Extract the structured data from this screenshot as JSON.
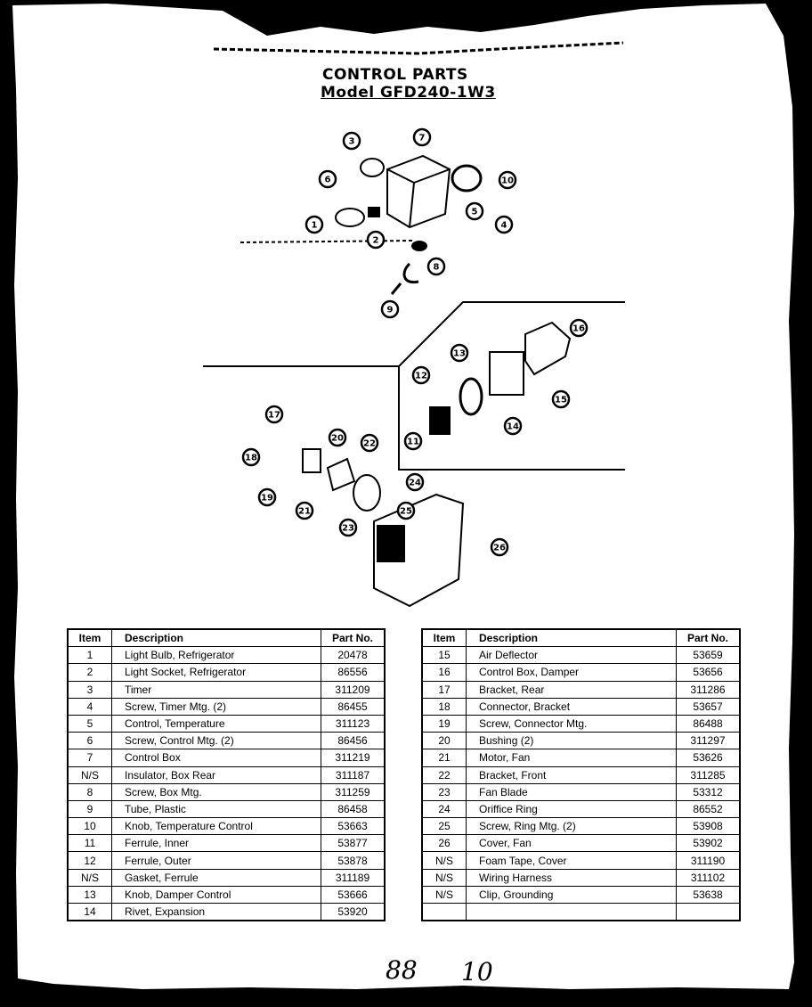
{
  "title": "CONTROL PARTS",
  "model": "Model GFD240-1W3",
  "callouts": [
    "1",
    "2",
    "3",
    "4",
    "5",
    "6",
    "7",
    "8",
    "9",
    "10",
    "11",
    "12",
    "13",
    "14",
    "15",
    "16",
    "17",
    "18",
    "19",
    "20",
    "21",
    "22",
    "23",
    "24",
    "25",
    "26"
  ],
  "headers": {
    "item": "Item",
    "description": "Description",
    "part": "Part No."
  },
  "left_rows": [
    {
      "item": "1",
      "desc": "Light Bulb, Refrigerator",
      "part": "20478"
    },
    {
      "item": "2",
      "desc": "Light Socket, Refrigerator",
      "part": "86556"
    },
    {
      "item": "3",
      "desc": "Timer",
      "part": "311209"
    },
    {
      "item": "4",
      "desc": "Screw, Timer Mtg. (2)",
      "part": "86455"
    },
    {
      "item": "5",
      "desc": "Control, Temperature",
      "part": "311123"
    },
    {
      "item": "6",
      "desc": "Screw, Control Mtg. (2)",
      "part": "86456"
    },
    {
      "item": "7",
      "desc": "Control Box",
      "part": "311219"
    },
    {
      "item": "N/S",
      "desc": "Insulator, Box Rear",
      "part": "311187"
    },
    {
      "item": "8",
      "desc": "Screw, Box Mtg.",
      "part": "311259"
    },
    {
      "item": "9",
      "desc": "Tube, Plastic",
      "part": "86458"
    },
    {
      "item": "10",
      "desc": "Knob, Temperature Control",
      "part": "53663"
    },
    {
      "item": "11",
      "desc": "Ferrule, Inner",
      "part": "53877"
    },
    {
      "item": "12",
      "desc": "Ferrule, Outer",
      "part": "53878"
    },
    {
      "item": "N/S",
      "desc": "Gasket, Ferrule",
      "part": "311189"
    },
    {
      "item": "13",
      "desc": "Knob, Damper Control",
      "part": "53666"
    },
    {
      "item": "14",
      "desc": "Rivet, Expansion",
      "part": "53920"
    }
  ],
  "right_rows": [
    {
      "item": "15",
      "desc": "Air Deflector",
      "part": "53659"
    },
    {
      "item": "16",
      "desc": "Control Box, Damper",
      "part": "53656"
    },
    {
      "item": "17",
      "desc": "Bracket, Rear",
      "part": "311286"
    },
    {
      "item": "18",
      "desc": "Connector, Bracket",
      "part": "53657"
    },
    {
      "item": "19",
      "desc": "Screw, Connector Mtg.",
      "part": "86488"
    },
    {
      "item": "20",
      "desc": "Bushing (2)",
      "part": "311297"
    },
    {
      "item": "21",
      "desc": "Motor, Fan",
      "part": "53626"
    },
    {
      "item": "22",
      "desc": "Bracket, Front",
      "part": "311285"
    },
    {
      "item": "23",
      "desc": "Fan Blade",
      "part": "53312"
    },
    {
      "item": "24",
      "desc": "Oriffice Ring",
      "part": "86552"
    },
    {
      "item": "25",
      "desc": "Screw, Ring Mtg. (2)",
      "part": "53908"
    },
    {
      "item": "26",
      "desc": "Cover, Fan",
      "part": "53902"
    },
    {
      "item": "N/S",
      "desc": "Foam Tape, Cover",
      "part": "311190"
    },
    {
      "item": "N/S",
      "desc": "Wiring Harness",
      "part": "311102"
    },
    {
      "item": "N/S",
      "desc": "Clip, Grounding",
      "part": "53638"
    },
    {
      "item": "",
      "desc": "",
      "part": ""
    }
  ],
  "handwriting": {
    "page_mark": "88",
    "page_mark_2": "10"
  }
}
